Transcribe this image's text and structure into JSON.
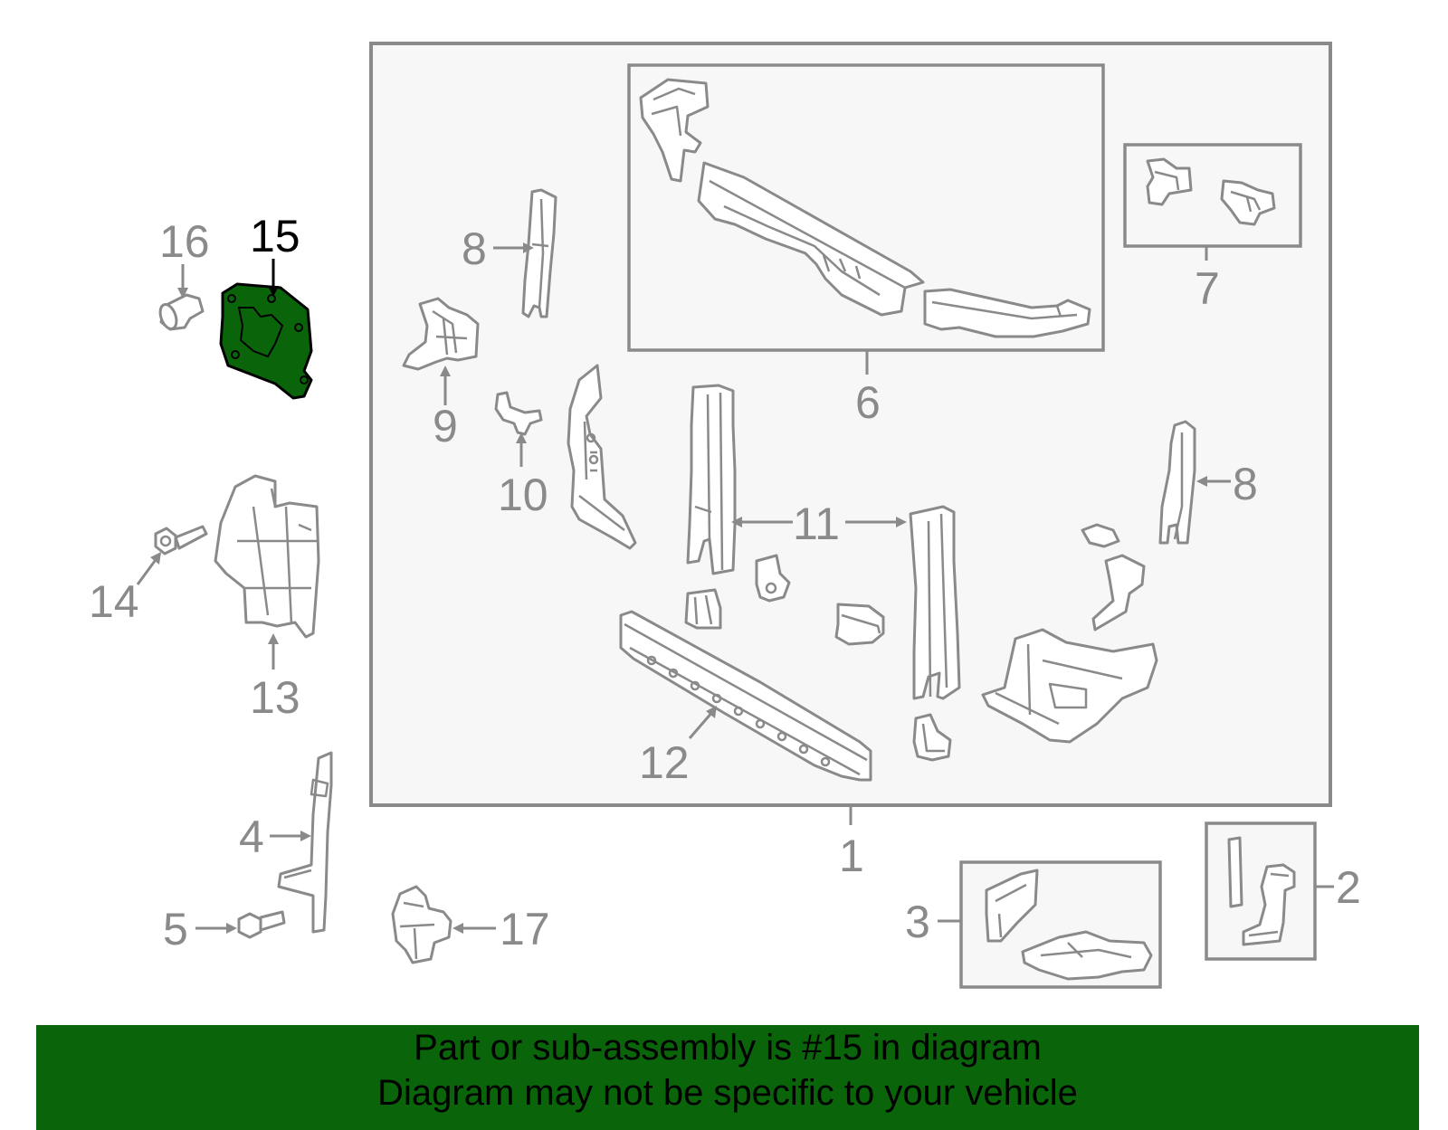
{
  "diagram": {
    "highlighted_part": "15",
    "colors": {
      "highlight_fill": "#0a640a",
      "line": "#8a8a8a",
      "banner": "#0a640a"
    },
    "callouts": [
      {
        "id": "c1",
        "label": "1"
      },
      {
        "id": "c2",
        "label": "2"
      },
      {
        "id": "c3",
        "label": "3"
      },
      {
        "id": "c4",
        "label": "4"
      },
      {
        "id": "c5",
        "label": "5"
      },
      {
        "id": "c6",
        "label": "6"
      },
      {
        "id": "c7",
        "label": "7"
      },
      {
        "id": "c8a",
        "label": "8"
      },
      {
        "id": "c8b",
        "label": "8"
      },
      {
        "id": "c9",
        "label": "9"
      },
      {
        "id": "c10",
        "label": "10"
      },
      {
        "id": "c11",
        "label": "11"
      },
      {
        "id": "c12",
        "label": "12"
      },
      {
        "id": "c13",
        "label": "13"
      },
      {
        "id": "c14",
        "label": "14"
      },
      {
        "id": "c15",
        "label": "15"
      },
      {
        "id": "c16",
        "label": "16"
      },
      {
        "id": "c17",
        "label": "17"
      }
    ]
  },
  "banner": {
    "line1": "Part or sub-assembly is #15 in diagram",
    "line2": "Diagram may not be specific to your vehicle"
  }
}
